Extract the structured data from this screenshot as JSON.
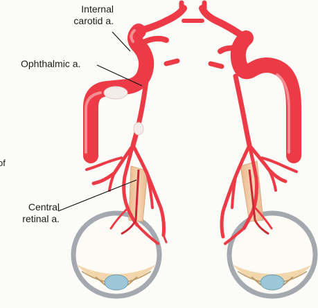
{
  "labels": {
    "internal_carotid_line1": "Internal",
    "internal_carotid_line2": "carotid a.",
    "ophthalmic": "Ophthalmic a.",
    "central_retinal_line1": "Central",
    "central_retinal_line2": "retinal a.",
    "left_edge_fragment": "of"
  },
  "colors": {
    "artery": "#ec3b46",
    "artery_highlight": "#f8a3a6",
    "artery_dark": "#c92a35",
    "plaque": "#f4ece8",
    "optic_nerve": "#f0c49e",
    "eyeball_wall": "#9fa6ad",
    "lens_blue": "#9cc7d8",
    "retina_tan": "#f2dcb4",
    "leader_line": "#111111"
  }
}
